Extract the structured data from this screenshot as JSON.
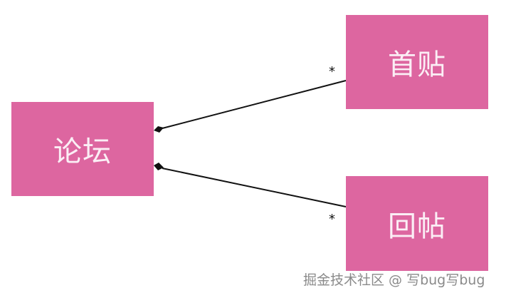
{
  "diagram": {
    "type": "UML class diagram (composition)",
    "nodes": [
      {
        "id": "forum",
        "label": "论坛"
      },
      {
        "id": "first_post",
        "label": "首贴"
      },
      {
        "id": "reply_post",
        "label": "回帖"
      }
    ],
    "edges": [
      {
        "from": "forum",
        "to": "first_post",
        "kind": "composition",
        "multiplicity": "*"
      },
      {
        "from": "forum",
        "to": "reply_post",
        "kind": "composition",
        "multiplicity": "*"
      }
    ],
    "colors": {
      "box_fill": "#dd66a0",
      "box_text": "#fbeef5",
      "line": "#111111"
    }
  },
  "watermark": "掘金技术社区 @ 写bug写bug"
}
